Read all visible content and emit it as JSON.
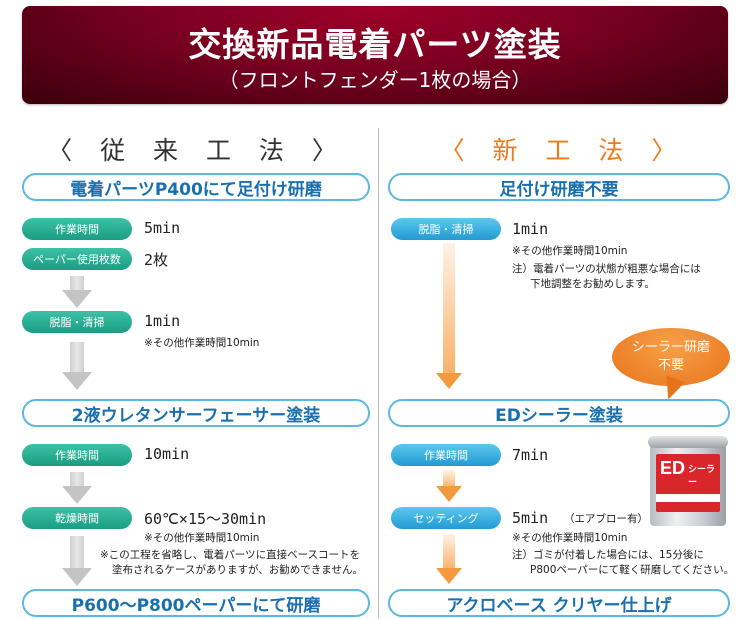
{
  "banner": {
    "title": "交換新品電着パーツ塗装",
    "subtitle": "（フロントフェンダー1枚の場合）"
  },
  "old_method": {
    "heading": "〈 従 来 工 法 〉",
    "step1_title": "電着パーツP400にて足付け研磨",
    "work_time_label": "作業時間",
    "work_time_value": "5min",
    "paper_label": "ペーパー使用枚数",
    "paper_value": "2枚",
    "degrease_label": "脱脂・清掃",
    "degrease_value": "1min",
    "degrease_note": "※その他作業時間10min",
    "step2_title": "2液ウレタンサーフェーサー塗装",
    "work_time2_label": "作業時間",
    "work_time2_value": "10min",
    "dry_label": "乾燥時間",
    "dry_value": "60℃×15～30min",
    "dry_note1": "※その他作業時間10min",
    "dry_note2": "※この工程を省略し、電着パーツに直接ベースコートを",
    "dry_note3": "塗布されるケースがありますが、お勧めできません。",
    "step3_title": "P600～P800ペーパーにて研磨"
  },
  "new_method": {
    "heading": "〈 新 工 法 〉",
    "step1_title": "足付け研磨不要",
    "degrease_label": "脱脂・清掃",
    "degrease_value": "1min",
    "degrease_note1": "※その他作業時間10min",
    "degrease_note2": "注）電着パーツの状態が粗悪な場合には",
    "degrease_note3": "下地調整をお勧めします。",
    "bubble_line1": "シーラー研磨",
    "bubble_line2": "不要",
    "step2_title": "EDシーラー塗装",
    "work_time_label": "作業時間",
    "work_time_value": "7min",
    "setting_label": "セッティング",
    "setting_value": "5min",
    "setting_extra": "（エアブロー有）",
    "setting_note1": "※その他作業時間10min",
    "setting_note2": "注）ゴミが付着した場合には、15分後に",
    "setting_note3": "P800ペーパーにて軽く研磨してください。",
    "step3_title": "アクロベース クリヤー仕上げ",
    "can_ed": "ED",
    "can_text": "シーラー"
  }
}
